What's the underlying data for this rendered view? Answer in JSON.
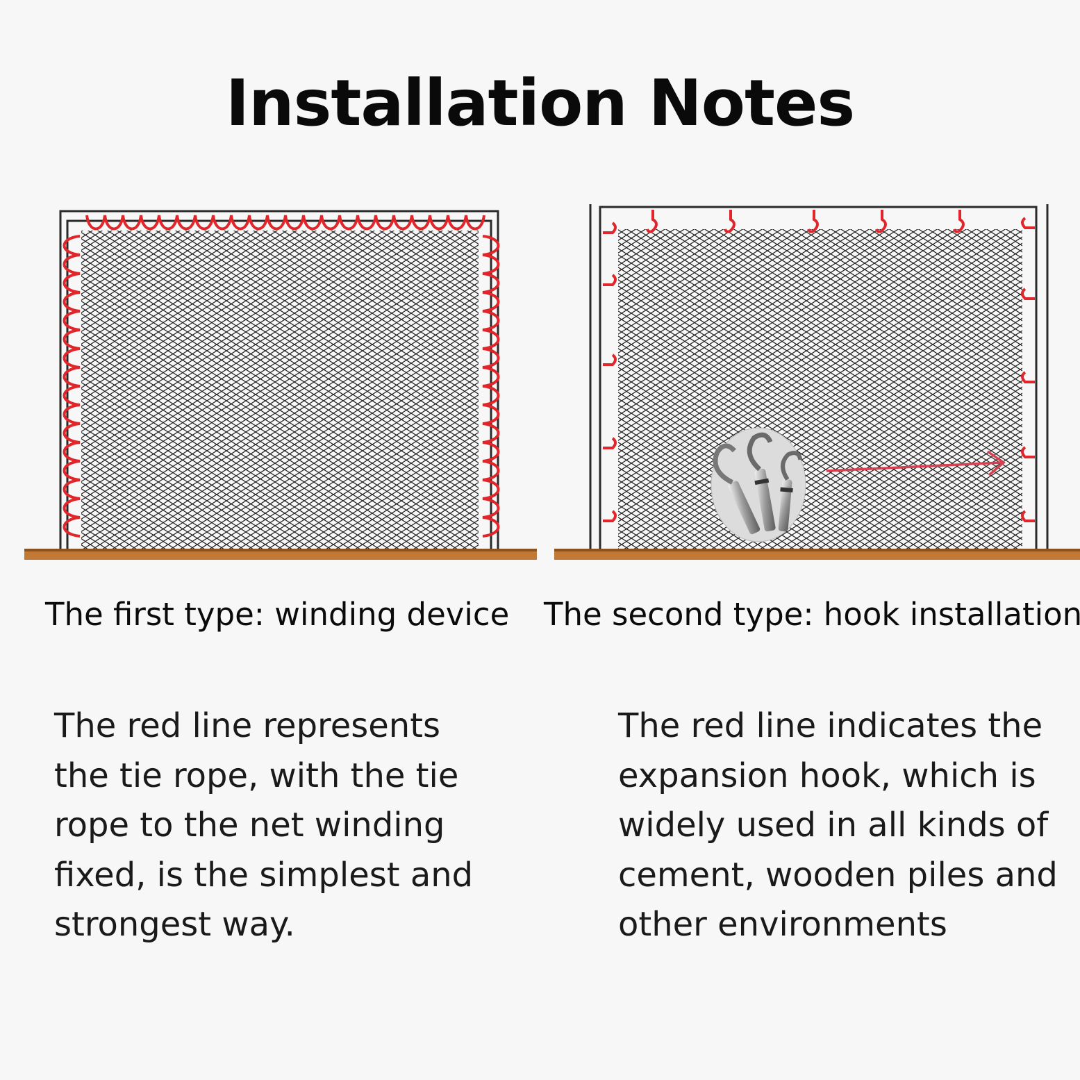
{
  "title": "Installation Notes",
  "colors": {
    "rope": "#e0262b",
    "frame": "#2a2a2a",
    "mesh": "#222222",
    "ground": "#c07a35",
    "background": "#f7f7f7"
  },
  "types": [
    {
      "caption": "The first type: winding device",
      "description_lines": [
        "The red line represents",
        "the tie rope, with the tie",
        "rope to the net winding",
        "fixed, is the simplest and",
        "strongest way."
      ]
    },
    {
      "caption": "The second type: hook installation",
      "description_lines": [
        "The red line indicates the",
        "expansion hook, which is",
        "widely used in all kinds of",
        "cement, wooden piles and",
        "other environments"
      ]
    }
  ]
}
